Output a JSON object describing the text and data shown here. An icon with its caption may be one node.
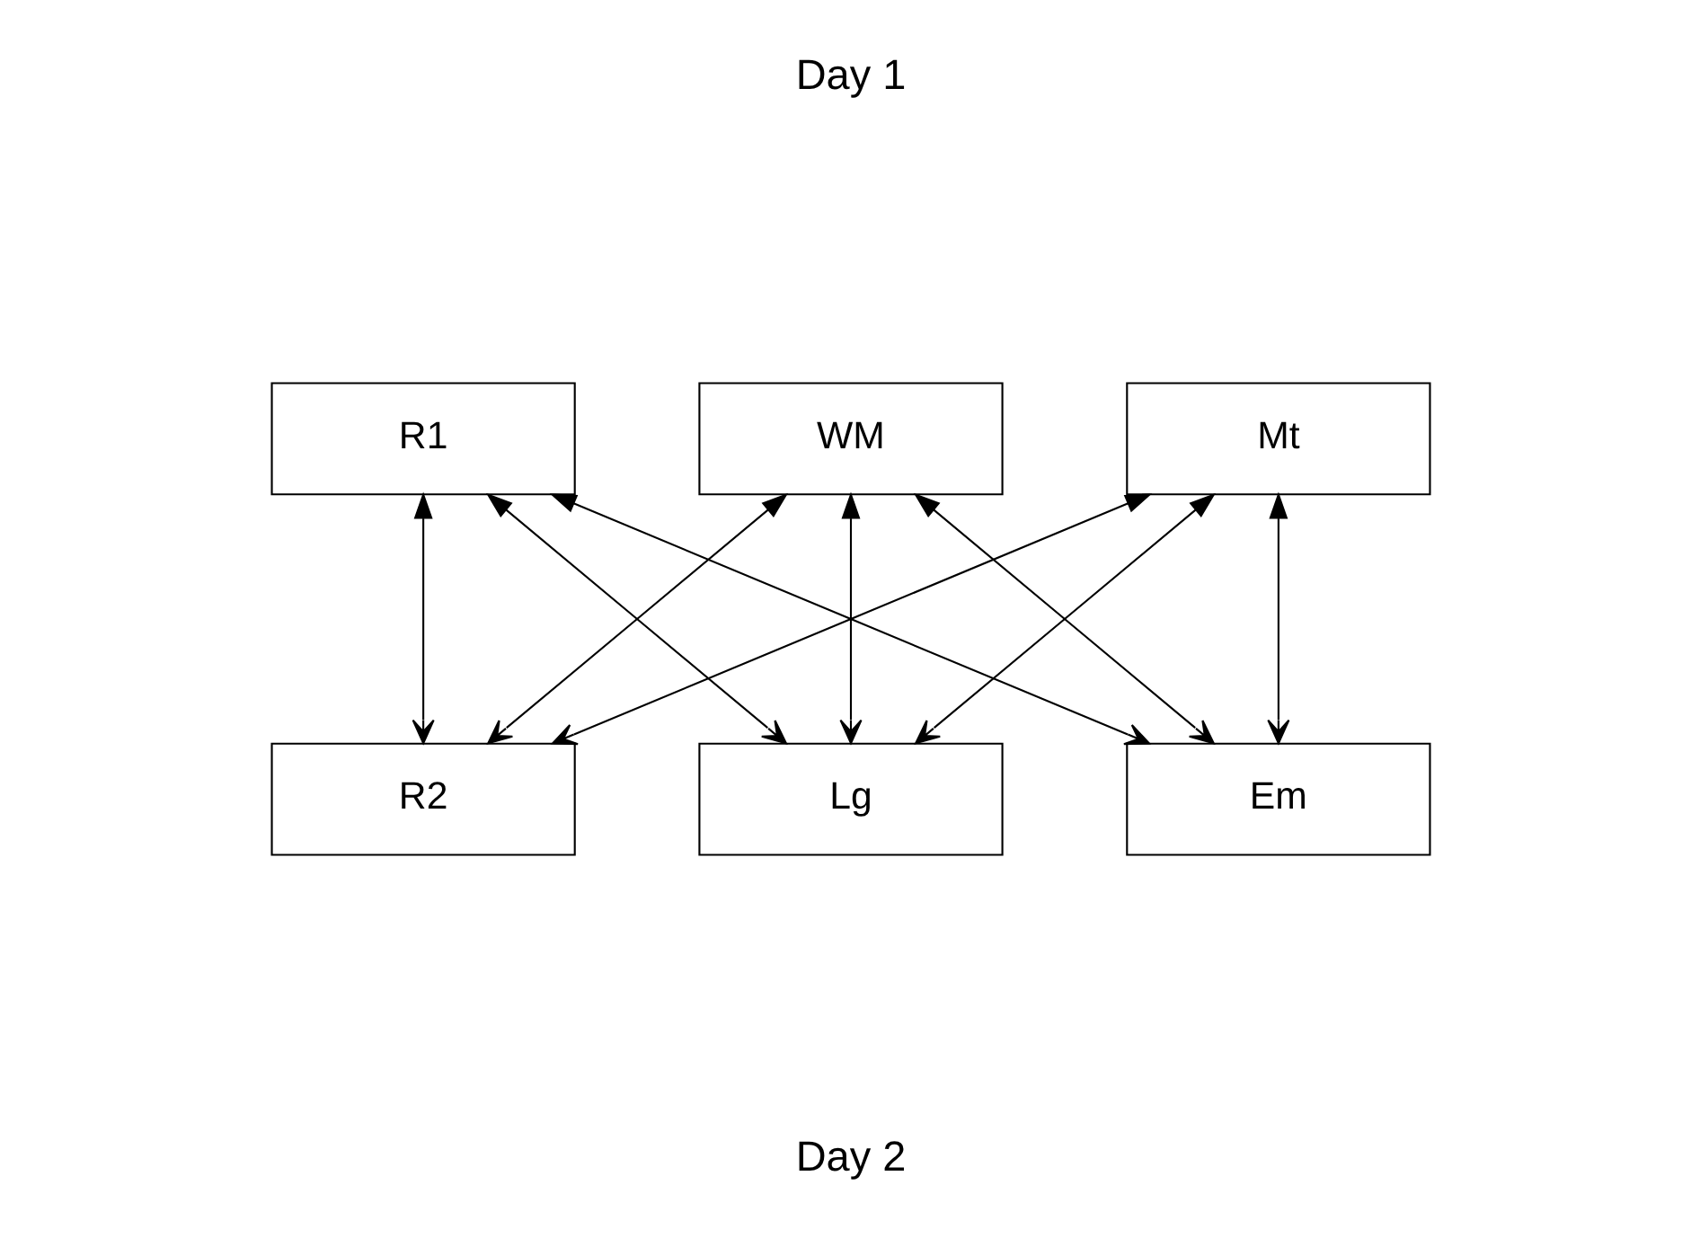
{
  "diagram": {
    "nodes": [
      {
        "text": [
          "R1"
        ]
      },
      {
        "text": [
          "WM"
        ]
      },
      {
        "text": [
          "Mt"
        ]
      },
      {
        "text": [
          "R2"
        ]
      },
      {
        "text": [
          "Lg"
        ]
      },
      {
        "text": [
          "Em"
        ]
      }
    ],
    "edges": [
      {
        "from": 0,
        "to": 3,
        "arrow": "both"
      },
      {
        "from": 0,
        "to": 4,
        "arrow": "both"
      },
      {
        "from": 0,
        "to": 5,
        "arrow": "both"
      },
      {
        "from": 1,
        "to": 3,
        "arrow": "both"
      },
      {
        "from": 1,
        "to": 4,
        "arrow": "both"
      },
      {
        "from": 1,
        "to": 5,
        "arrow": "both"
      },
      {
        "from": 2,
        "to": 3,
        "arrow": "both"
      },
      {
        "from": 2,
        "to": 4,
        "arrow": "both"
      },
      {
        "from": 2,
        "to": 5,
        "arrow": "both"
      }
    ],
    "labels": [
      "Day 1",
      "Day 2"
    ]
  }
}
